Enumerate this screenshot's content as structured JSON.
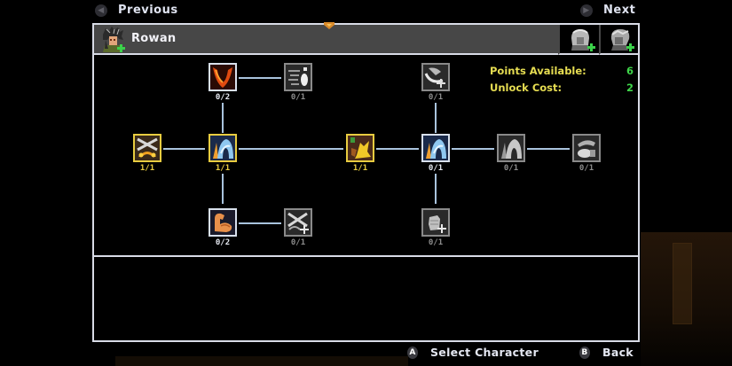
{
  "nav": {
    "previous_label": "Previous",
    "next_label": "Next",
    "previous_button_icon": "L-button-icon",
    "next_button_icon": "R-button-icon"
  },
  "header": {
    "character_name": "Rowan",
    "character_portrait": "rowan-portrait",
    "other_characters": [
      {
        "portrait": "character-portrait-2",
        "locked": true,
        "add_icon": "plus-icon"
      },
      {
        "portrait": "character-portrait-3",
        "locked": true,
        "add_icon": "plus-icon"
      }
    ]
  },
  "stats": {
    "points_label": "Points Available:",
    "points_value": "6",
    "cost_label": "Unlock Cost:",
    "cost_value": "2"
  },
  "skill_tree": {
    "nodes": [
      {
        "id": "crossed-axes",
        "icon": "crossed-axes-icon",
        "rank": "1/1",
        "state": "unlocked"
      },
      {
        "id": "ice-wave",
        "icon": "ice-wave-icon",
        "rank": "1/1",
        "state": "unlocked"
      },
      {
        "id": "fire-claw",
        "icon": "fire-claw-icon",
        "rank": "0/2",
        "state": "available"
      },
      {
        "id": "dash-strike",
        "icon": "dash-strike-icon",
        "rank": "0/1",
        "state": "locked"
      },
      {
        "id": "muscle-arm",
        "icon": "flexed-arm-icon",
        "rank": "0/2",
        "state": "available"
      },
      {
        "id": "crossed-bones-plus",
        "icon": "crossed-bones-plus-icon",
        "rank": "0/1",
        "state": "locked"
      },
      {
        "id": "golden-beast",
        "icon": "golden-beast-icon",
        "rank": "1/1",
        "state": "unlocked"
      },
      {
        "id": "ice-wave-2",
        "icon": "ice-wave-icon",
        "rank": "0/1",
        "state": "available"
      },
      {
        "id": "claw-swipe-plus",
        "icon": "claw-swipe-plus-icon",
        "rank": "0/1",
        "state": "locked"
      },
      {
        "id": "fist-plus",
        "icon": "fist-plus-icon",
        "rank": "0/1",
        "state": "locked"
      },
      {
        "id": "ice-wave-3",
        "icon": "ice-wave-icon",
        "rank": "0/1",
        "state": "locked"
      },
      {
        "id": "helmet-rest",
        "icon": "helmet-icon",
        "rank": "0/1",
        "state": "locked"
      }
    ]
  },
  "description": {
    "text": ""
  },
  "footer": {
    "select_key": "A",
    "select_label": "Select Character",
    "back_key": "B",
    "back_label": "Back"
  },
  "colors": {
    "frame": "#d8dbe6",
    "header_bg": "#474747",
    "unlocked": "#e8cc40",
    "available": "#d8e0ec",
    "locked": "#8a8a8a",
    "link": "#a9c3dd",
    "stat_label": "#e6dd52",
    "stat_value": "#3fd64a",
    "plus_green": "#3bd24a"
  }
}
